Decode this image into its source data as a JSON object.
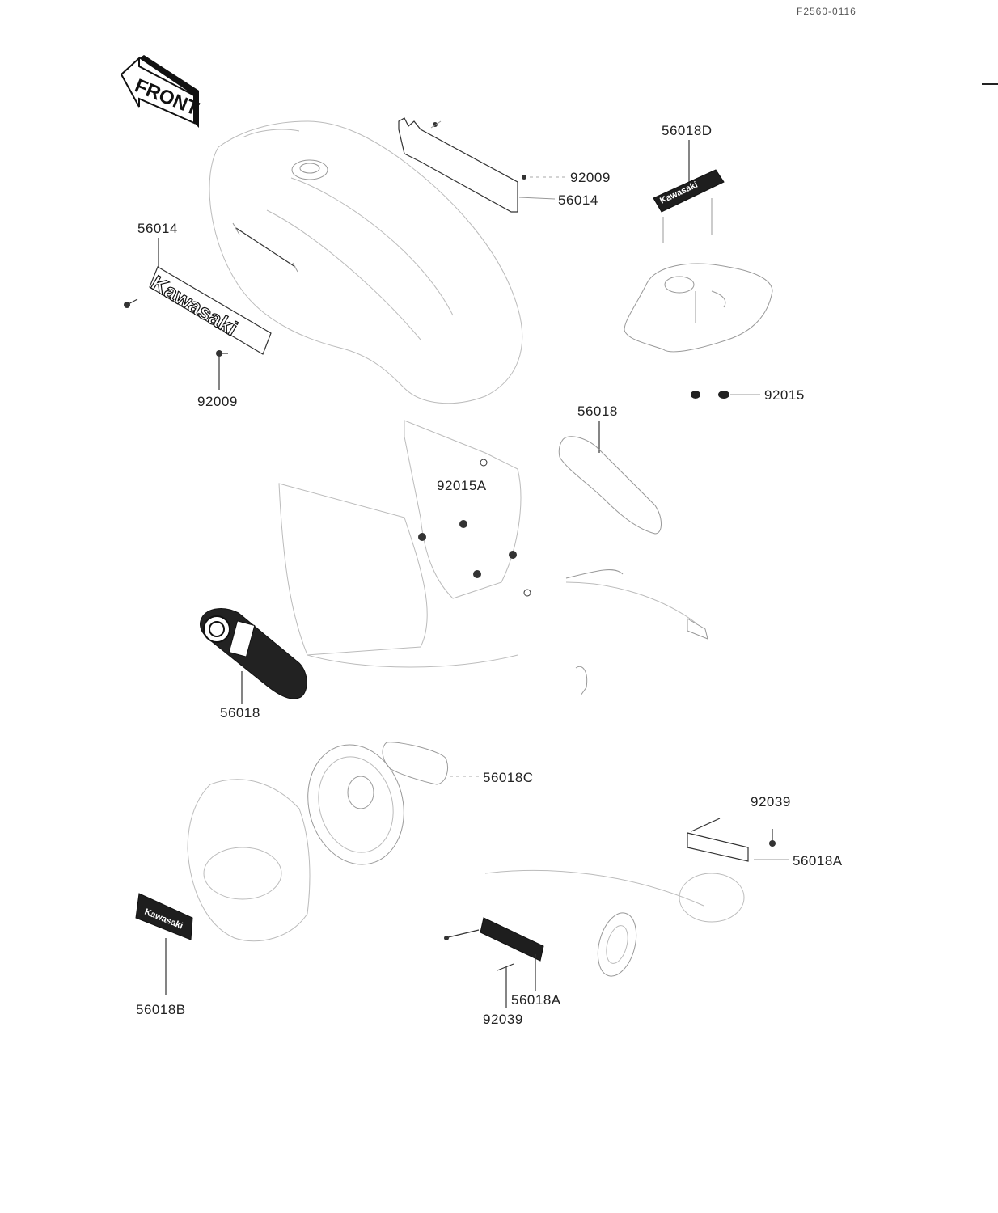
{
  "reference_number": "F2560-0116",
  "front_label": "FRONT",
  "emblem_text": "Kawasaki",
  "callouts": [
    {
      "id": "92009_top",
      "text": "92009"
    },
    {
      "id": "56014_top",
      "text": "56014"
    },
    {
      "id": "56018D",
      "text": "56018D"
    },
    {
      "id": "56014_left",
      "text": "56014"
    },
    {
      "id": "92009_left",
      "text": "92009"
    },
    {
      "id": "92015",
      "text": "92015"
    },
    {
      "id": "56018_mid",
      "text": "56018"
    },
    {
      "id": "92015A",
      "text": "92015A"
    },
    {
      "id": "56018_left",
      "text": "56018"
    },
    {
      "id": "56018C",
      "text": "56018C"
    },
    {
      "id": "92039_right",
      "text": "92039"
    },
    {
      "id": "56018A_right",
      "text": "56018A"
    },
    {
      "id": "56018B",
      "text": "56018B"
    },
    {
      "id": "56018A_bottom",
      "text": "56018A"
    },
    {
      "id": "92039_bottom",
      "text": "92039"
    }
  ]
}
